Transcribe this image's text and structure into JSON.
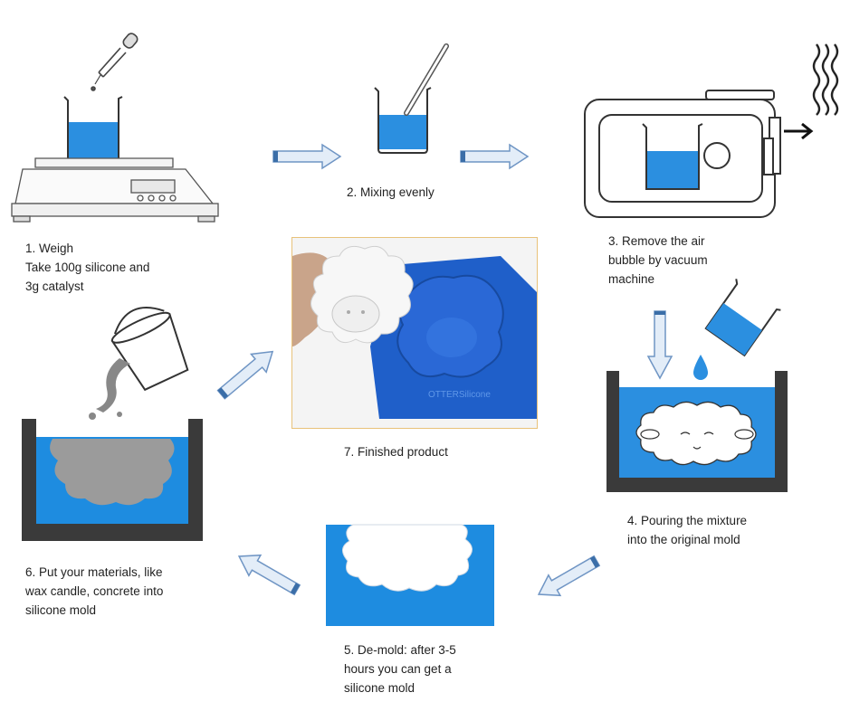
{
  "steps": {
    "s1": {
      "line1": "1.  Weigh",
      "line2": "Take 100g silicone and",
      "line3": "3g catalyst"
    },
    "s2": {
      "line1": "2.  Mixing evenly"
    },
    "s3": {
      "line1": "3.  Remove the air",
      "line2": "bubble by vacuum",
      "line3": "machine"
    },
    "s4": {
      "line1": "4.  Pouring the mixture",
      "line2": "into the original mold"
    },
    "s5": {
      "line1": "5.  De-mold: after 3-5",
      "line2": "hours you can get a",
      "line3": "silicone mold"
    },
    "s6": {
      "line1": "6.  Put your materials, like",
      "line2": "wax candle, concrete into",
      "line3": "silicone mold"
    },
    "s7": {
      "line1": "7. Finished product"
    }
  },
  "colors": {
    "liquid": "#2b8fe0",
    "mold_blue": "#1e8ce0",
    "arrow_fill": "#e3edf8",
    "arrow_stroke": "#6f95c4",
    "frame": "#e8c27a",
    "outline": "#333333"
  }
}
